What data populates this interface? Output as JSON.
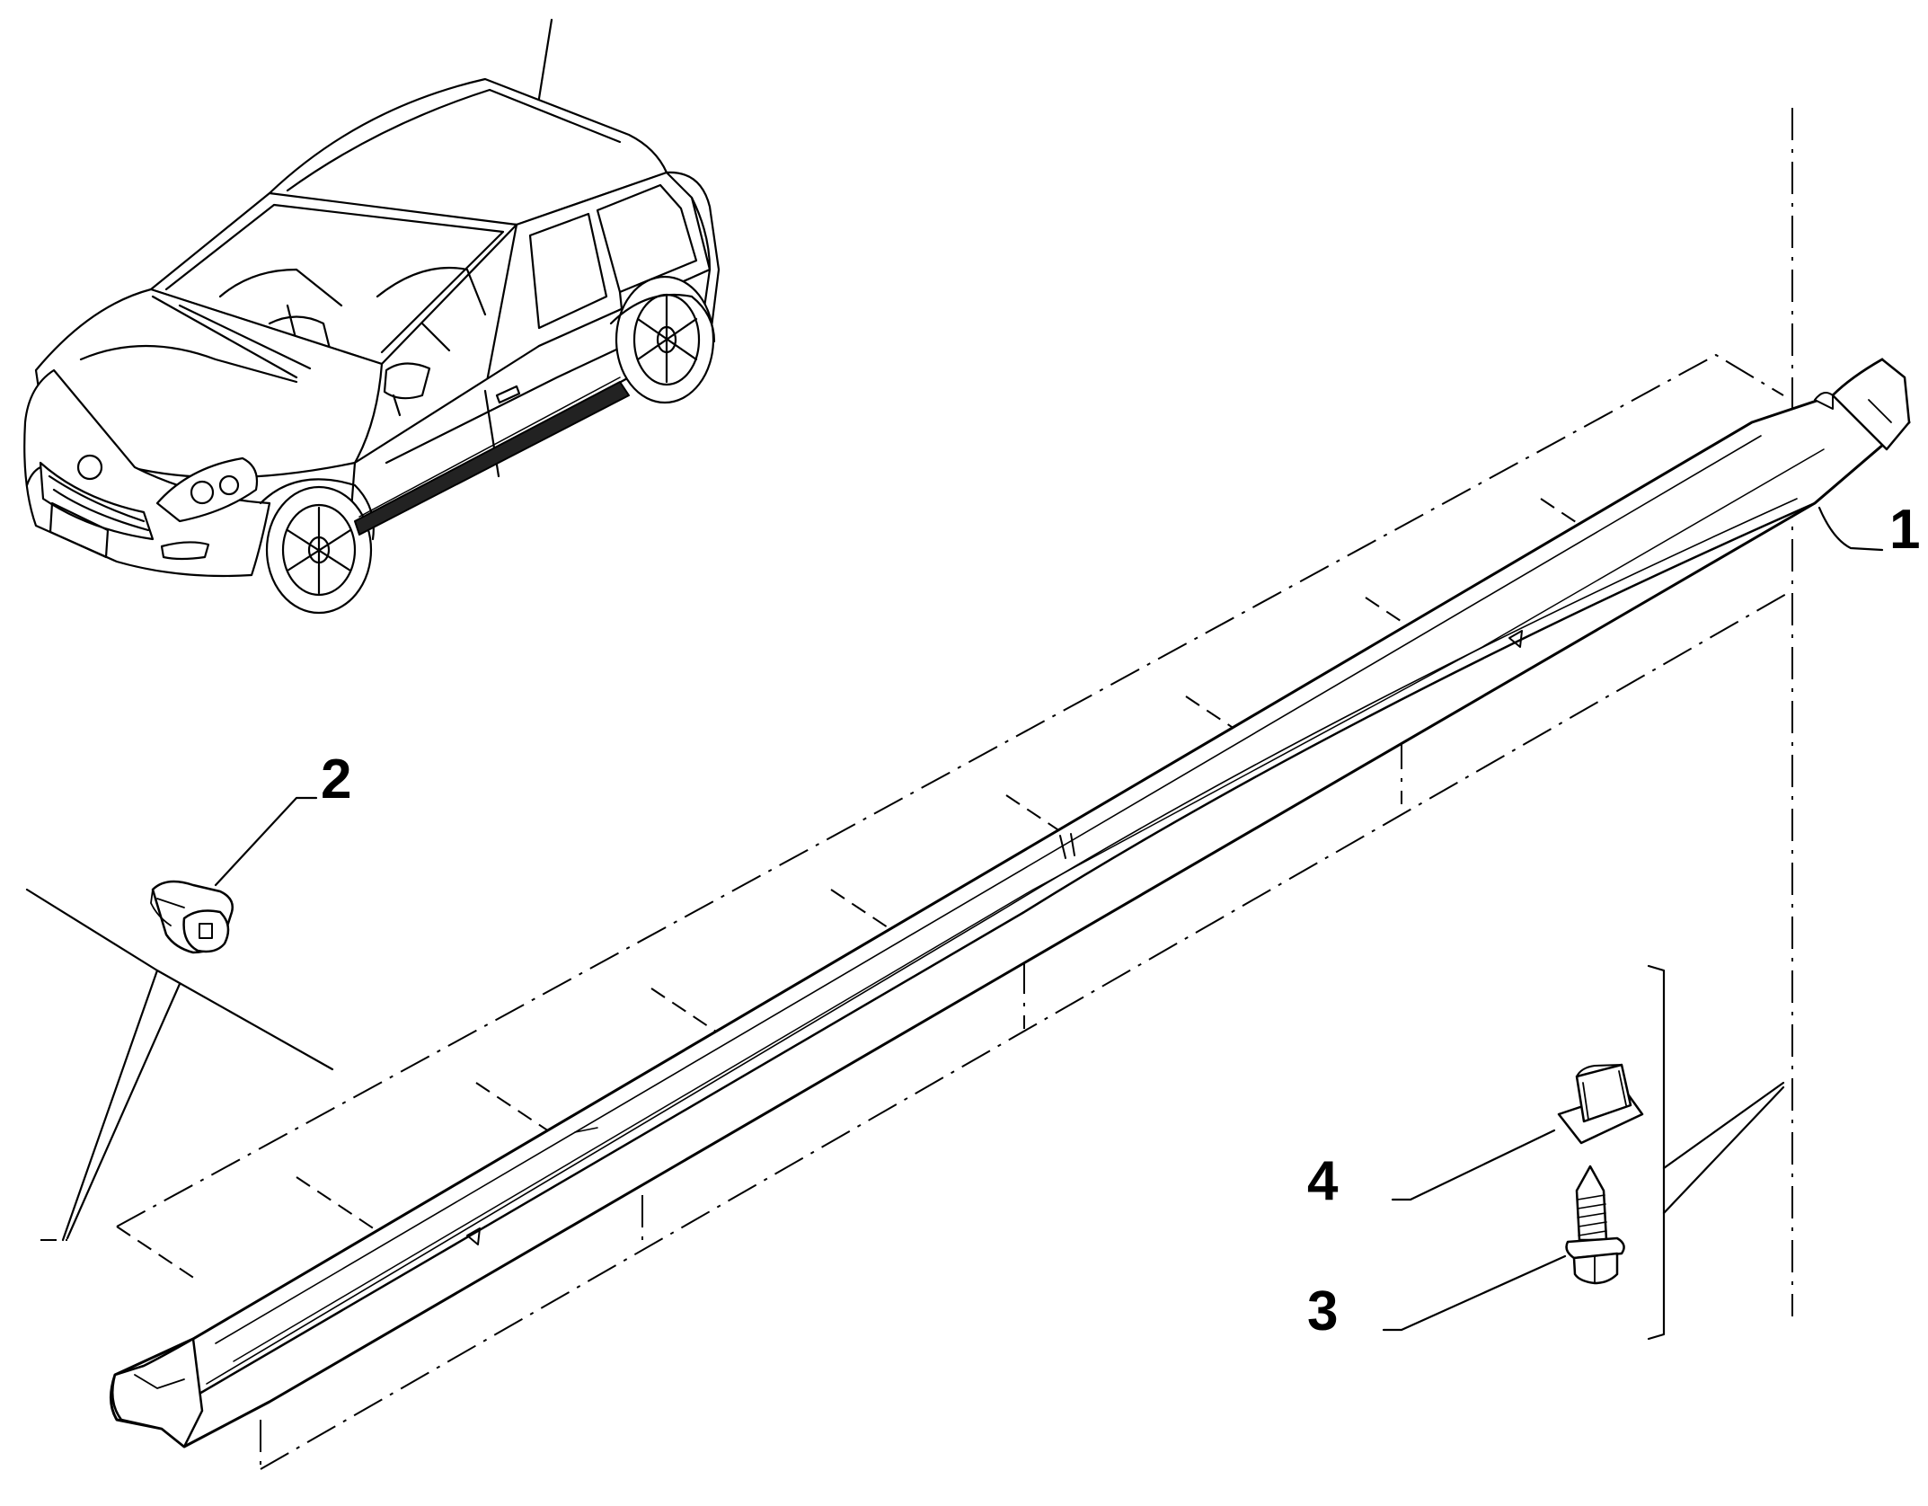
{
  "callouts": {
    "part_1": "1",
    "part_2": "2",
    "part_3": "3",
    "part_4": "4"
  },
  "colors": {
    "line": "#000000",
    "background": "#ffffff"
  },
  "icons": [
    "car-illustration",
    "side-sill-trim",
    "push-clip",
    "screw",
    "clip-nut"
  ]
}
